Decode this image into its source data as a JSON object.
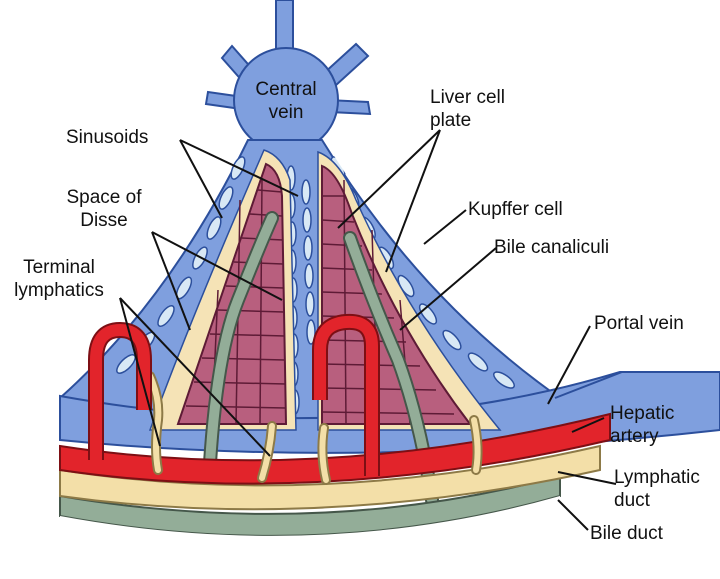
{
  "labels": {
    "central_vein": [
      "Central",
      "vein"
    ],
    "liver_cell_plate": [
      "Liver cell",
      "plate"
    ],
    "sinusoids": "Sinusoids",
    "space_of_disse": [
      "Space of",
      "Disse"
    ],
    "kupffer_cell": "Kupffer cell",
    "bile_canaliculi": "Bile canaliculi",
    "terminal_lymphatics": [
      "Terminal",
      "lymphatics"
    ],
    "portal_vein": "Portal vein",
    "hepatic_artery": [
      "Hepatic",
      "artery"
    ],
    "lymphatic_duct": [
      "Lymphatic",
      "duct"
    ],
    "bile_duct": "Bile duct"
  },
  "colors": {
    "blood_blue": "#7f9fde",
    "vein_outline": "#2c4f9c",
    "hepatocyte": "#b85f7e",
    "hepatocyte_outline": "#5e1b36",
    "space_of_disse": "#f5e3b6",
    "artery_red": "#e2242b",
    "lymph_cream": "#f3dfa8",
    "bile_green": "#93ad98",
    "endothelial": "#d8e8f5"
  }
}
